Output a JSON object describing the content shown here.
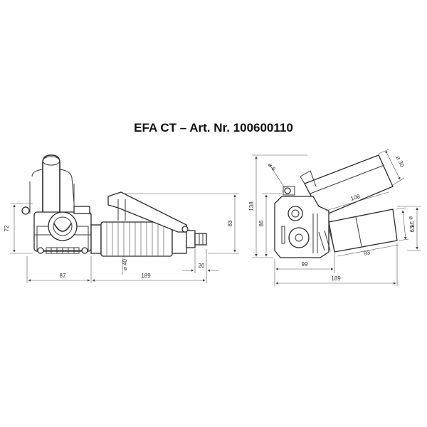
{
  "title": "EFA CT – Art. Nr. 100600110",
  "side_view": {
    "height_total": "72",
    "width_head": "87",
    "diameter_body": "⌀ 40",
    "length_total": "189",
    "length_connector": "20",
    "height_lever": "83"
  },
  "end_view": {
    "diameter_pin": "⌀ 6",
    "height_total": "138",
    "height_base": "86",
    "width_base": "99",
    "length_upper": "108",
    "diameter_upper": "⌀ 30",
    "length_lower": "93",
    "diameter_lower": "⌀ 38",
    "height_lower": "63",
    "width_total": "189"
  }
}
